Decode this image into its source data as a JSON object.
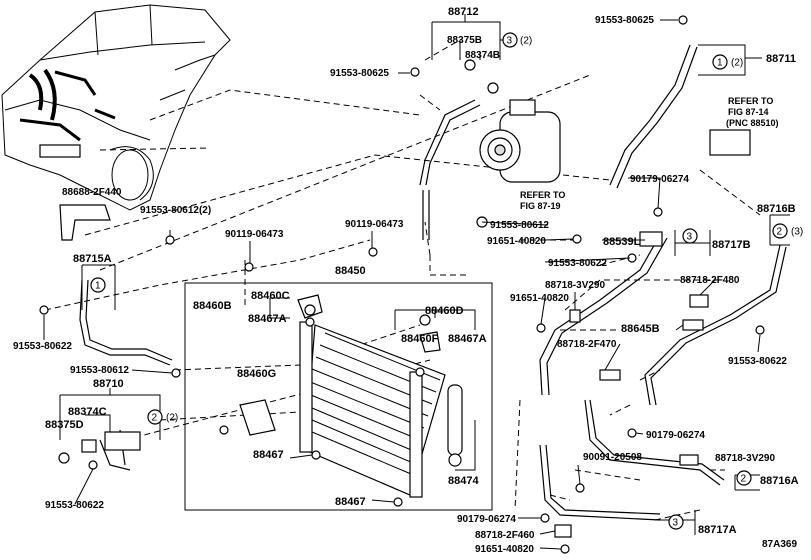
{
  "labels": {
    "p88712": "88712",
    "p88375B": "88375B",
    "p88374B": "88374B",
    "p88711": "88711",
    "p91553_80625_a": "91553-80625",
    "p91553_80625_b": "91553-80625",
    "p88688": "88688-2F440",
    "p91553_80612_2": "91553-80612(2)",
    "p90119_a": "90119-06473",
    "p90119_b": "90119-06473",
    "p91553_80612_b": "91553-80612",
    "p91651_a": "91651-40820",
    "p88539L": "88539L",
    "p88717B": "88717B",
    "p88716B": "88716B",
    "p90179_a": "90179-06274",
    "p88715A": "88715A",
    "p91553_80622_a": "91553-80622",
    "p91553_80622_b": "91553-80622",
    "p91553_80622_c": "91553-80622",
    "p91553_80622_d": "91553-80622",
    "p88450": "88450",
    "p88460B": "88460B",
    "p88460C": "88460C",
    "p88467A_a": "88467A",
    "p88460D": "88460D",
    "p88460F": "88460F",
    "p88467A_b": "88467A",
    "p88460G": "88460G",
    "p88467_a": "88467",
    "p88467_b": "88467",
    "p88474": "88474",
    "p88718_3V290_a": "88718-3V290",
    "p91651_b": "91651-40820",
    "p88718_2F480": "88718-2F480",
    "p88645B": "88645B",
    "p88718_2F470": "88718-2F470",
    "p91553_80612_c": "91553-80612",
    "p88710": "88710",
    "p88374C": "88374C",
    "p88375D": "88375D",
    "p90179_b": "90179-06274",
    "p90091": "90091-20508",
    "p88718_3V290_b": "88718-3V290",
    "p88716A": "88716A",
    "p90179_c": "90179-06274",
    "p88717A": "88717A",
    "p88718_2F460": "88718-2F460",
    "p91651_c": "91651-40820",
    "fig": "87A369"
  },
  "refs": {
    "ref_a_1": "REFER TO",
    "ref_a_2": "FIG 87-14",
    "ref_a_3": "(PNC 88510)",
    "ref_b_1": "REFER TO",
    "ref_b_2": "FIG 87-19"
  },
  "callouts": {
    "c3_top": "3",
    "c3_top_q": "(2)",
    "c1_top": "1",
    "c1_top_q": "(2)",
    "c3_539": "3",
    "c2_716B": "2",
    "c2_716B_q": "(3)",
    "c1_715A": "1",
    "c2_710": "2",
    "c2_710_q": "(2)",
    "c2_716A": "2",
    "c3_717A": "3"
  }
}
